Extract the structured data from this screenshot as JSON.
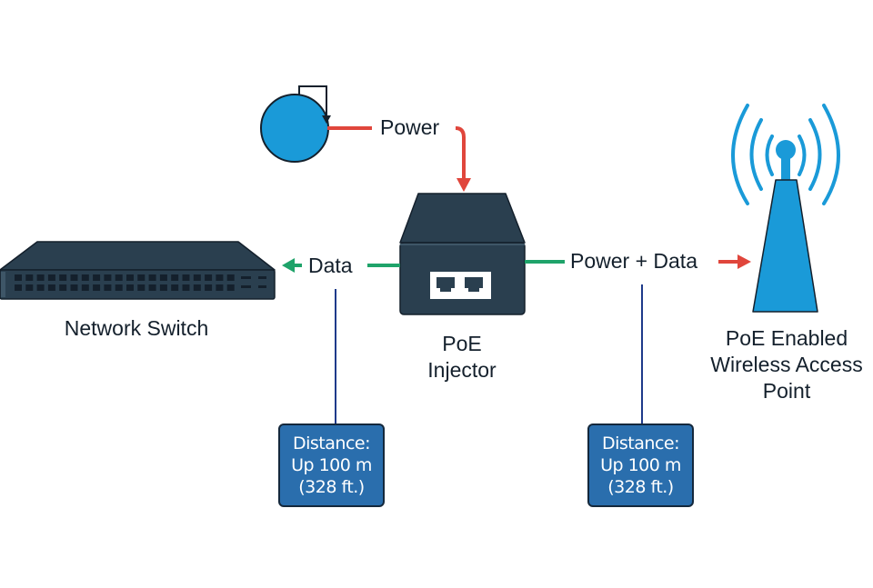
{
  "colors": {
    "device_dark": "#2a3f4f",
    "device_blue": "#1a9ad8",
    "power_line": "#e0463c",
    "data_line": "#1fa36a",
    "callout_box": "#2a6ead",
    "callout_line": "#1e3a8a"
  },
  "nodes": {
    "power_source": {
      "icon": "power-source-icon"
    },
    "switch": {
      "icon": "network-switch-icon",
      "label": "Network Switch"
    },
    "injector": {
      "icon": "poe-injector-icon",
      "label_line1": "PoE",
      "label_line2": "Injector"
    },
    "access_point": {
      "icon": "wireless-tower-icon",
      "label_line1": "PoE Enabled",
      "label_line2": "Wireless Access",
      "label_line3": "Point"
    }
  },
  "connections": {
    "power": {
      "label": "Power"
    },
    "data": {
      "label": "Data"
    },
    "power_data": {
      "label": "Power + Data"
    }
  },
  "callouts": [
    {
      "line1": "Distance:",
      "line2": "Up 100 m",
      "line3": "(328 ft.)"
    },
    {
      "line1": "Distance:",
      "line2": "Up 100 m",
      "line3": "(328 ft.)"
    }
  ]
}
